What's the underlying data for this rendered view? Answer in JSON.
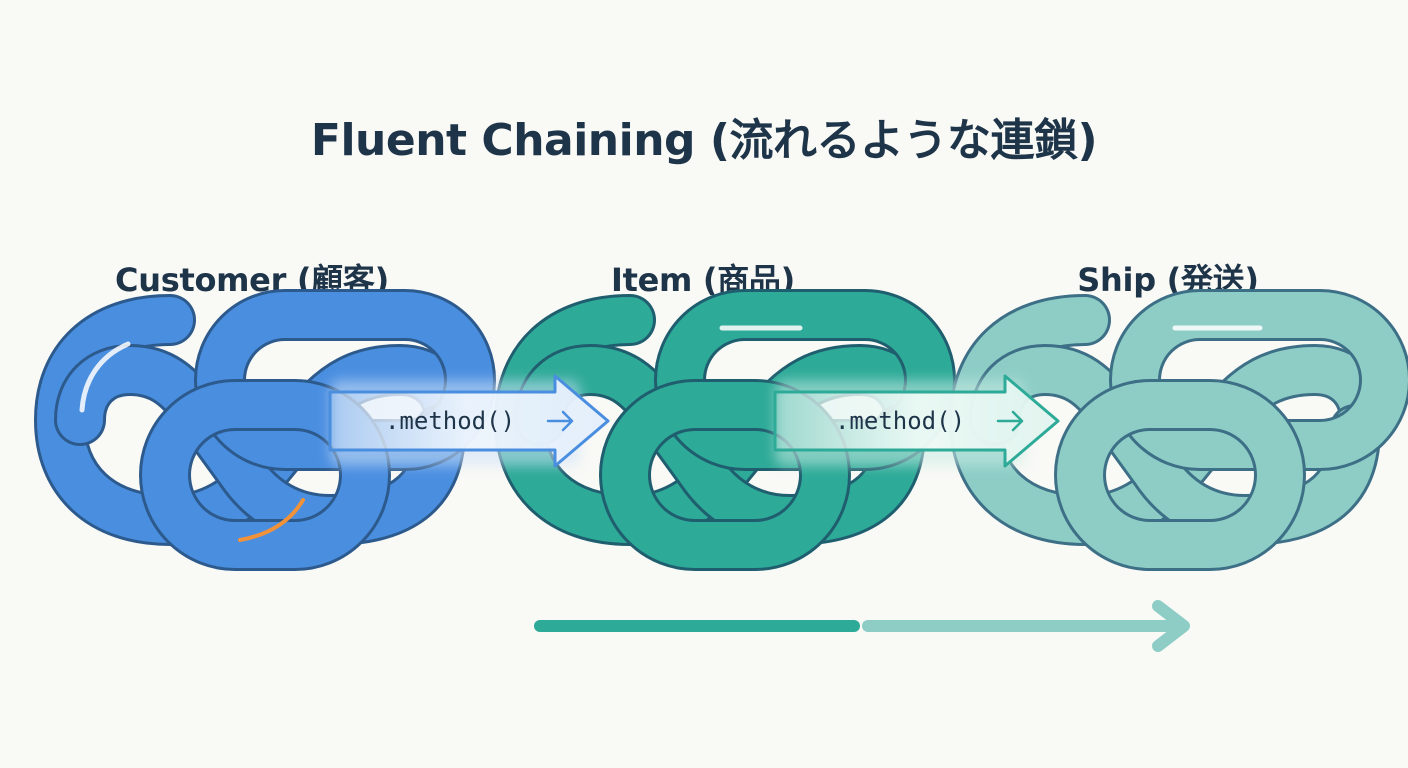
{
  "title": "Fluent Chaining (流れるような連鎖)",
  "stages": [
    {
      "label": "Customer (顧客)",
      "color": "#4a8ee0",
      "stroke": "#2d5a8c",
      "icon": "chain-link-icon"
    },
    {
      "label": "Item (商品)",
      "color": "#2eaa98",
      "stroke": "#1f5e6e",
      "icon": "chain-link-icon"
    },
    {
      "label": "Ship (発送)",
      "color": "#8dcdc6",
      "stroke": "#3d6f86",
      "icon": "chain-link-icon"
    }
  ],
  "connectors": [
    {
      "label": ".method()",
      "color": "#4a8ee0"
    },
    {
      "label": ".method()",
      "color": "#2eaa98"
    }
  ],
  "flow_arrow": {
    "segments": [
      "#4a8ee0",
      "#2eaa98",
      "#8dcdc6"
    ]
  },
  "colors": {
    "accent_highlight": "#f0923a",
    "background": "#f9f9f6"
  }
}
